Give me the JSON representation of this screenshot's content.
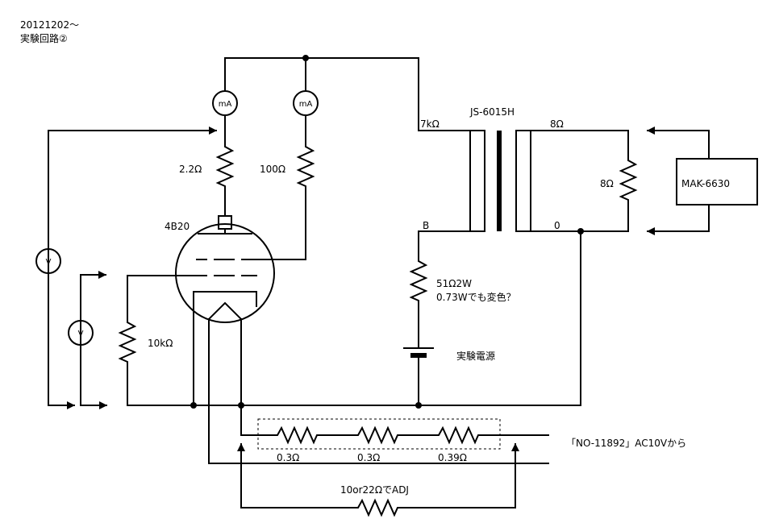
{
  "header": {
    "date": "20121202～",
    "title": "実験回路②"
  },
  "labels": {
    "meter_ma": "mA",
    "meter_v": "V",
    "r_2_2": "2.2Ω",
    "r_100": "100Ω",
    "tube": "4B20",
    "r_10k": "10kΩ",
    "transformer": "JS-6015H",
    "primary_7k": "7kΩ",
    "primary_b": "B",
    "secondary_8": "8Ω",
    "secondary_0": "0",
    "load_8": "8Ω",
    "mak": "MAK-6630",
    "r_51_line1": "51Ω2W",
    "r_51_line2": "0.73Wでも変色？",
    "power": "実験電源",
    "r_0_3a": "0.3Ω",
    "r_0_3b": "0.3Ω",
    "r_0_39": "0.39Ω",
    "ac_source": "「NO-11892」AC10Vから",
    "adj": "10or22ΩでADJ"
  }
}
